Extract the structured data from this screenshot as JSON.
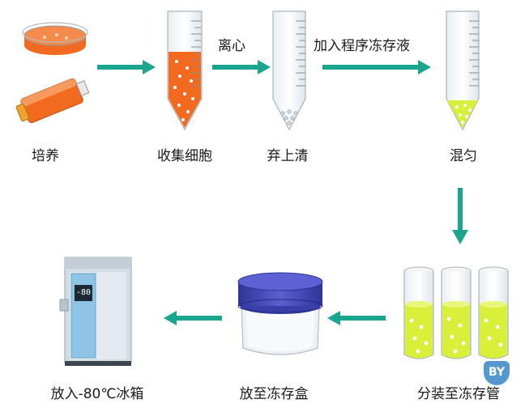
{
  "steps": {
    "culture": "培养",
    "collect": "收集细胞",
    "discard": "弃上清",
    "mix": "混匀",
    "aliquot": "分装至冻存管",
    "box": "放至冻存盒",
    "freezer": "放入-80℃冰箱"
  },
  "arrow_labels": {
    "centrifuge": "离心",
    "add_medium": "加入程序冻存液"
  },
  "freezer_display": "-80",
  "watermark": "BY",
  "colors": {
    "arrow": "#1aa58f",
    "culture_orange": "#f26a1f",
    "medium_yellow": "#d9f03a",
    "box_lid": "#4a4fc0",
    "freezer_body": "#d3dbe3",
    "freezer_panel": "#8ec5e6"
  }
}
